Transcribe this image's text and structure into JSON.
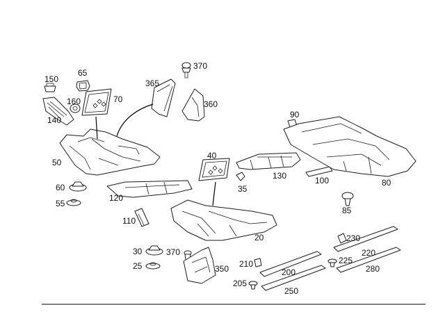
{
  "diagram": {
    "callouts": {
      "c20": "20",
      "c25": "25",
      "c30": "30",
      "c35": "35",
      "c40": "40",
      "c50": "50",
      "c55": "55",
      "c60": "60",
      "c65": "65",
      "c70": "70",
      "c80": "80",
      "c85": "85",
      "c90": "90",
      "c100": "100",
      "c110": "110",
      "c120": "120",
      "c130": "130",
      "c140": "140",
      "c150": "150",
      "c160": "160",
      "c200": "200",
      "c205": "205",
      "c210": "210",
      "c220": "220",
      "c225": "225",
      "c230": "230",
      "c250": "250",
      "c280": "280",
      "c350": "350",
      "c360": "360",
      "c365": "365",
      "c370a": "370",
      "c370b": "370"
    },
    "colors": {
      "line": "#1a1a1a",
      "background": "#ffffff"
    }
  }
}
